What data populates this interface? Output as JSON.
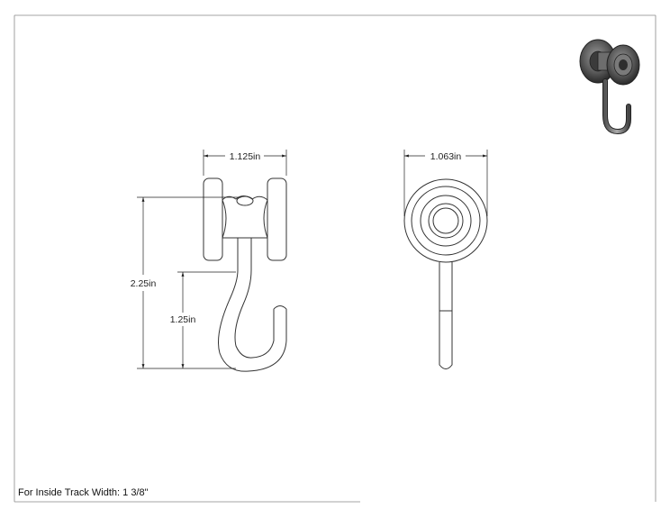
{
  "dimensions": {
    "front_width": "1.125in",
    "side_width": "1.063in",
    "overall_height": "2.25in",
    "hook_height": "1.25in"
  },
  "note": "For Inside Track Width: 1 3/8\""
}
